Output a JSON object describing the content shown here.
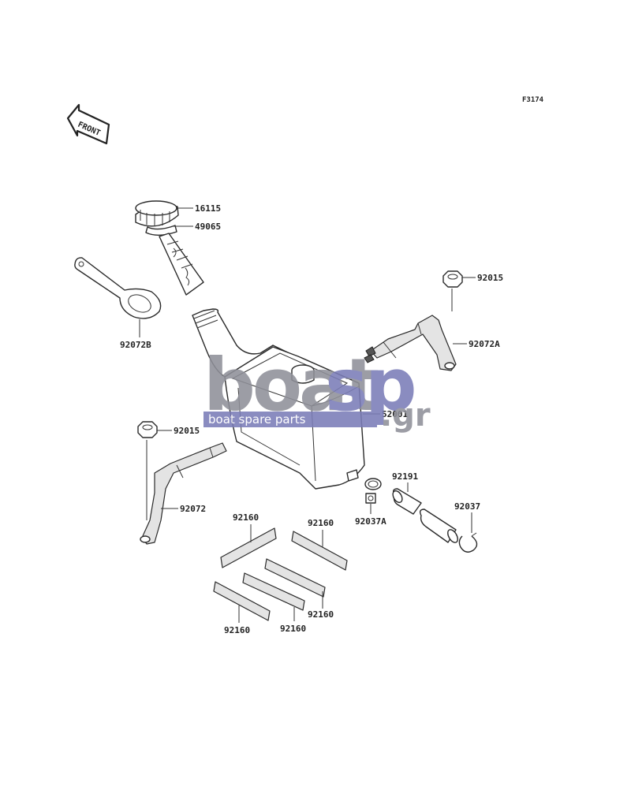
{
  "figure_code": "F3174",
  "front_indicator": "FRONT",
  "watermark": {
    "brand_left": "boat",
    "brand_right": "sp",
    "tagline": "boat spare parts",
    "suffix": ".gr",
    "color_left": "#8f9099",
    "color_right": "#7b7db8"
  },
  "callouts": {
    "c16115": "16115",
    "c49065": "49065",
    "c92072B": "92072B",
    "c92015_right": "92015",
    "c92072A": "92072A",
    "c52001": "52001",
    "c92015_left": "92015",
    "c92072": "92072",
    "c92191": "92191",
    "c92037A": "92037A",
    "c92037": "92037",
    "c92160_a": "92160",
    "c92160_b": "92160",
    "c92160_c": "92160",
    "c92160_d": "92160",
    "c92160_e": "92160"
  }
}
